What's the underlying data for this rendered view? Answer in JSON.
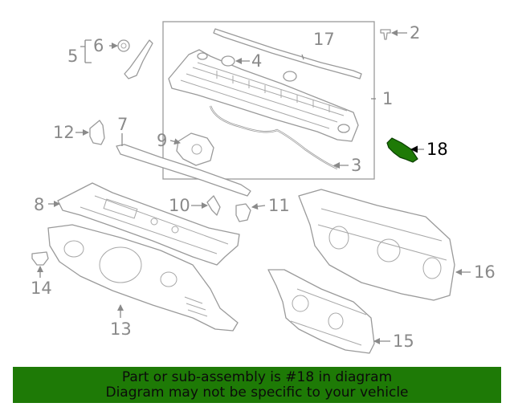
{
  "highlight_color": "#1e7a06",
  "callouts": {
    "c1": "1",
    "c2": "2",
    "c3": "3",
    "c4": "4",
    "c5": "5",
    "c6": "6",
    "c7": "7",
    "c8": "8",
    "c9": "9",
    "c10": "10",
    "c11": "11",
    "c12": "12",
    "c13": "13",
    "c14": "14",
    "c15": "15",
    "c16": "16",
    "c17": "17",
    "c18": "18"
  },
  "banner": {
    "line1": "Part or sub-assembly is #18 in diagram",
    "line2": "Diagram may not be specific to your vehicle"
  }
}
